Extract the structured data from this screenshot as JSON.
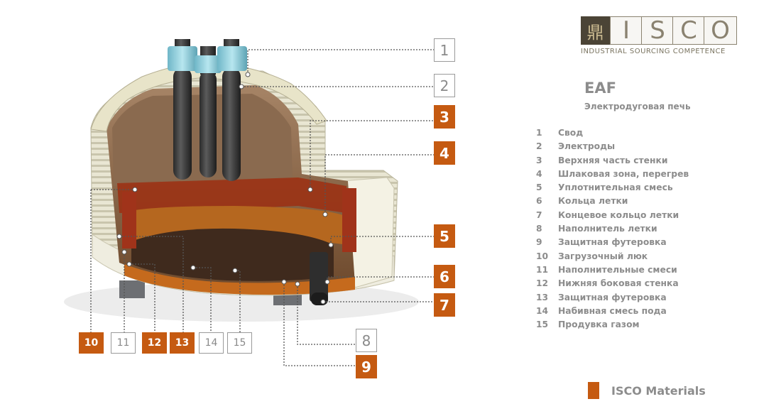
{
  "logo": {
    "mark": "鼎",
    "letters": [
      "I",
      "S",
      "C",
      "O"
    ],
    "tagline": "INDUSTRIAL SOURCING COMPETENCE"
  },
  "title": "EAF",
  "subtitle": "Электродуговая печь",
  "legend": [
    {
      "num": "1",
      "label": "Свод"
    },
    {
      "num": "2",
      "label": "Электроды"
    },
    {
      "num": "3",
      "label": "Верхняя часть стенки"
    },
    {
      "num": "4",
      "label": "Шлаковая зона, перегрев"
    },
    {
      "num": "5",
      "label": "Уплотнительная смесь"
    },
    {
      "num": "6",
      "label": "Кольца летки"
    },
    {
      "num": "7",
      "label": "Концевое кольцо летки"
    },
    {
      "num": "8",
      "label": "Наполнитель летки"
    },
    {
      "num": "9",
      "label": "Защитная футеровка"
    },
    {
      "num": "10",
      "label": "Загрузочный люк"
    },
    {
      "num": "11",
      "label": "Наполнительные смеси"
    },
    {
      "num": "12",
      "label": "Нижняя боковая стенка"
    },
    {
      "num": "13",
      "label": "Защитная футеровка"
    },
    {
      "num": "14",
      "label": "Набивная смесь пода"
    },
    {
      "num": "15",
      "label": "Продувка газом"
    }
  ],
  "callouts": {
    "c1": "1",
    "c2": "2",
    "c3": "3",
    "c4": "4",
    "c5": "5",
    "c6": "6",
    "c7": "7",
    "c8": "8",
    "c9": "9",
    "c10": "10",
    "c11": "11",
    "c12": "12",
    "c13": "13",
    "c14": "14",
    "c15": "15"
  },
  "key": {
    "label": "ISCO Materials",
    "color": "#c55a11"
  },
  "colors": {
    "isco_orange": "#c55a11",
    "neutral_grey": "#8c8c8c"
  }
}
